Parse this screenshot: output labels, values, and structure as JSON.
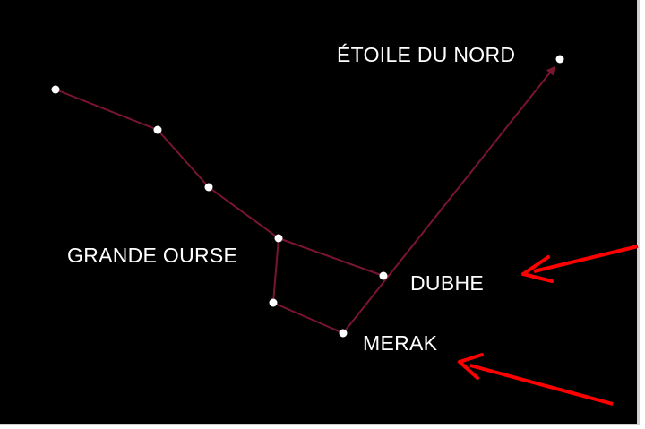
{
  "labels": {
    "north_star": "ÉTOILE DU NORD",
    "big_dipper": "GRANDE OURSE",
    "dubhe": "DUBHE",
    "merak": "MERAK"
  },
  "colors": {
    "background": "#000000",
    "star": "#ffffff",
    "constellation_line": "#7a1530",
    "pointer_line": "#7a1530",
    "arrow": "#ff0000"
  }
}
